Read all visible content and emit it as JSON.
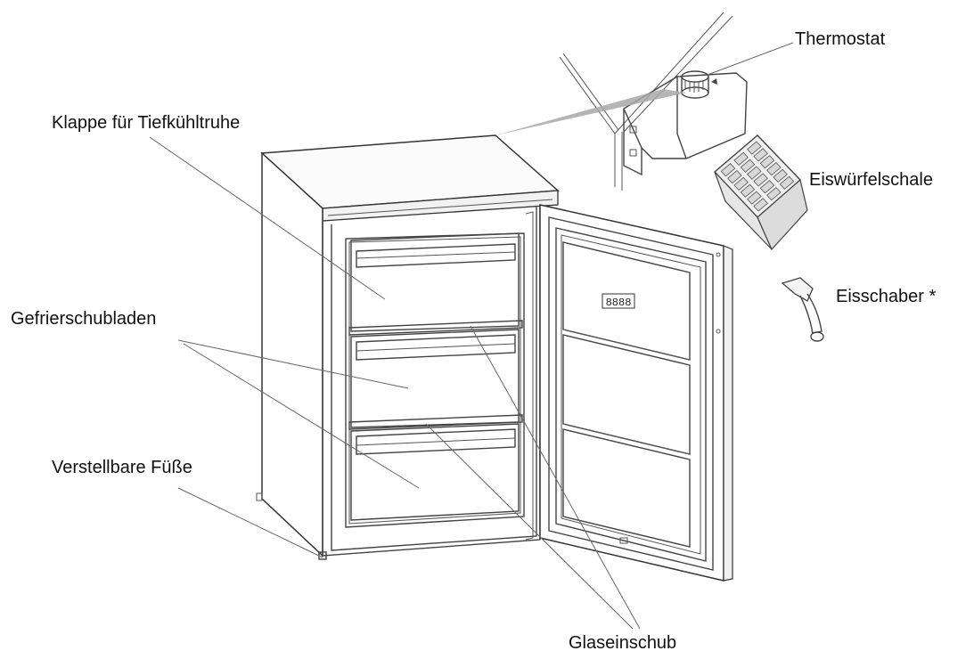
{
  "labels": {
    "thermostat": "Thermostat",
    "klappe": "Klappe für Tiefkühltruhe",
    "eiswuerfelschale": "Eiswürfelschale",
    "eisschaber": "Eisschaber *",
    "gefrierschubladen": "Gefrierschubladen",
    "fuesse": "Verstellbare Füße",
    "glaseinschub": "Glaseinschub"
  },
  "door_display_text": "8888"
}
